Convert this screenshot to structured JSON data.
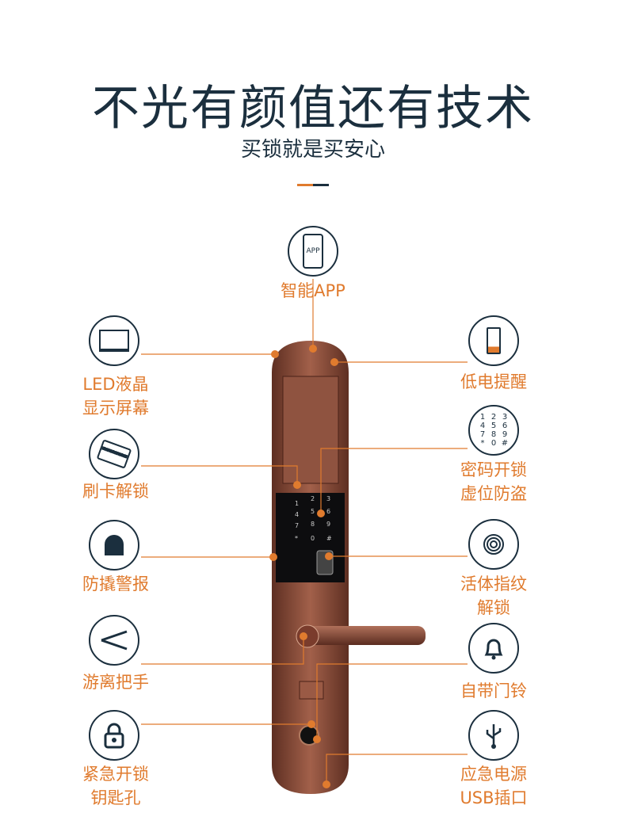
{
  "header": {
    "title": "不光有颜值还有技术",
    "subtitle": "买锁就是买安心"
  },
  "colors": {
    "accent": "#e07b2e",
    "dark": "#1b2f3e",
    "lock": "#8a4a36"
  },
  "features": {
    "app": {
      "label": "智能APP",
      "icon": "smartphone-app-icon",
      "icon_text": "APP"
    },
    "led": {
      "label1": "LED液晶",
      "label2": "显示屏幕",
      "icon": "monitor-icon"
    },
    "card": {
      "label": "刷卡解锁",
      "icon": "card-icon"
    },
    "alarm": {
      "label": "防撬警报",
      "icon": "alarm-siren-icon"
    },
    "handle": {
      "label": "游离把手",
      "icon": "handle-icon"
    },
    "key": {
      "label1": "紧急开锁",
      "label2": "钥匙孔",
      "icon": "padlock-icon"
    },
    "battery": {
      "label": "低电提醒",
      "icon": "battery-icon"
    },
    "password": {
      "label1": "密码开锁",
      "label2": "虚位防盗",
      "icon": "keypad-icon",
      "keys": [
        "1",
        "2",
        "3",
        "4",
        "5",
        "6",
        "7",
        "8",
        "9",
        "*",
        "0",
        "#"
      ]
    },
    "fingerprint": {
      "label1": "活体指纹",
      "label2": "解锁",
      "icon": "fingerprint-icon"
    },
    "bell": {
      "label": "自带门铃",
      "icon": "bell-icon"
    },
    "usb": {
      "label1": "应急电源",
      "label2": "USB插口",
      "icon": "usb-icon"
    }
  }
}
